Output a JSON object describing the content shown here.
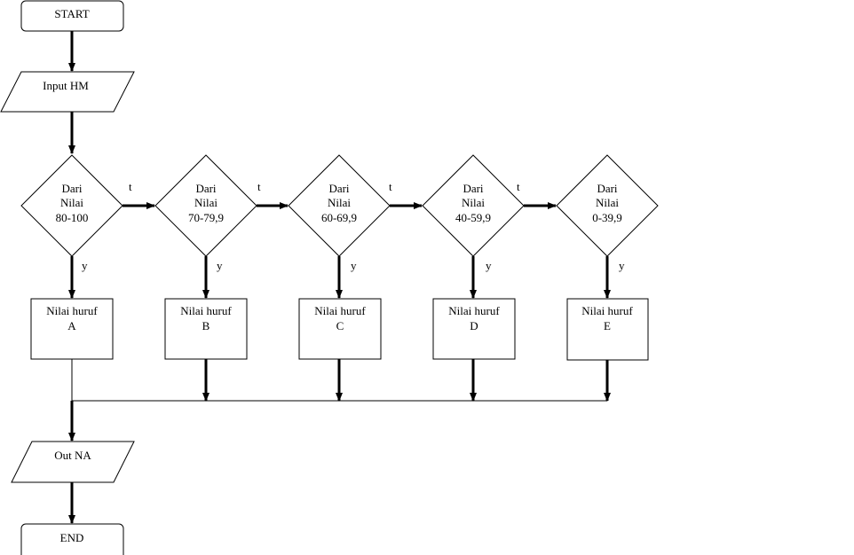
{
  "start": "START",
  "input": "Input HM",
  "decisions": [
    [
      "Dari",
      "Nilai",
      "80-100"
    ],
    [
      "Dari",
      "Nilai",
      "70-79,9"
    ],
    [
      "Dari",
      "Nilai",
      "60-69,9"
    ],
    [
      "Dari",
      "Nilai",
      "40-59,9"
    ],
    [
      "Dari",
      "Nilai",
      "0-39,9"
    ]
  ],
  "results": [
    [
      "Nilai huruf",
      "A"
    ],
    [
      "Nilai huruf",
      "B"
    ],
    [
      "Nilai huruf",
      "C"
    ],
    [
      "Nilai huruf",
      "D"
    ],
    [
      "Nilai huruf",
      "E"
    ]
  ],
  "no_label": "t",
  "yes_label": "y",
  "output": "Out NA",
  "end": "END"
}
